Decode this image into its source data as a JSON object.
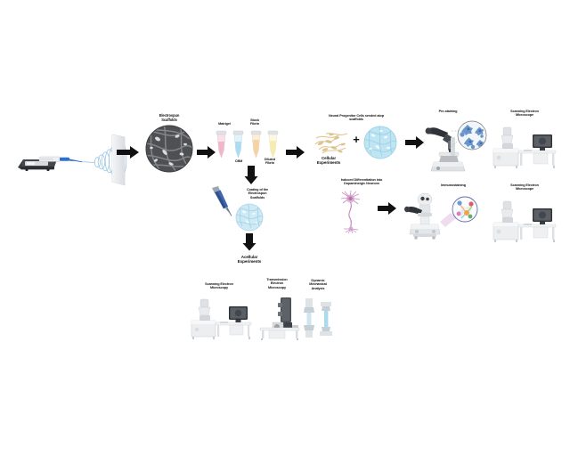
{
  "diagram": {
    "title_visible": false,
    "background": "#ffffff",
    "palette": {
      "arrow": "#111111",
      "scaffold_dark": "#4a4a4a",
      "scaffold_light": "#bfe3ef",
      "matrigel": "#f3c3d2",
      "cbm": "#bfe0f0",
      "stock_fibrin": "#f6d9b4",
      "diluted_fibrin": "#f7e9b8",
      "neuron": "#c98cc0",
      "npc": "#e8d2a8",
      "instrument": "#e9eaec",
      "text": "#111111"
    }
  },
  "steps": {
    "electrospinning": {
      "name": "electrospinning-apparatus",
      "needle_color": "#2f6fd0"
    },
    "scaffold": {
      "label": "Electrospun\nScaffolds"
    },
    "tubes": {
      "items": [
        {
          "label": "Matrigel",
          "position": "above",
          "color": "#f3c3d2"
        },
        {
          "label": "CBM",
          "position": "below",
          "color": "#bfe0f0"
        },
        {
          "label": "Stock\nFibrin",
          "position": "above",
          "color": "#f6d9b4"
        },
        {
          "label": "Diluted\nFibrin",
          "position": "below",
          "color": "#f7e9b8"
        }
      ]
    },
    "coating": {
      "label": "Coating of the\nElectrospun\nScaffolds"
    },
    "acellular": {
      "label": "Acellular\nExperiments"
    },
    "cellular": {
      "label": "Cellular\nExperiments"
    },
    "seeding": {
      "label": "Neural Progenitor Cells seeded atop\nscaffolds",
      "plus": "+"
    },
    "differentiation": {
      "label": "Induced Differentiation into\nDopaminergic Neurons"
    }
  },
  "assays": {
    "acellular_row": [
      {
        "label": "Scanning Electron\nMicroscopy",
        "icon": "sem-instrument-icon"
      },
      {
        "label": "Transmission\nElectron\nMicroscopy",
        "icon": "tem-instrument-icon"
      },
      {
        "label": "Dynamic\nMechanical\nAnalysis",
        "icon": "dma-specimen-icon"
      }
    ],
    "cellular_top_row": [
      {
        "label": "Pre-staining",
        "icon": "light-microscope-icon"
      },
      {
        "label": "Scanning Electron\nMicroscope",
        "icon": "sem-instrument-icon"
      }
    ],
    "cellular_bottom_row": [
      {
        "label": "Immunostaining",
        "icon": "inverted-microscope-icon"
      },
      {
        "label": "Scanning Electron\nMicroscope",
        "icon": "sem-instrument-icon"
      }
    ]
  }
}
